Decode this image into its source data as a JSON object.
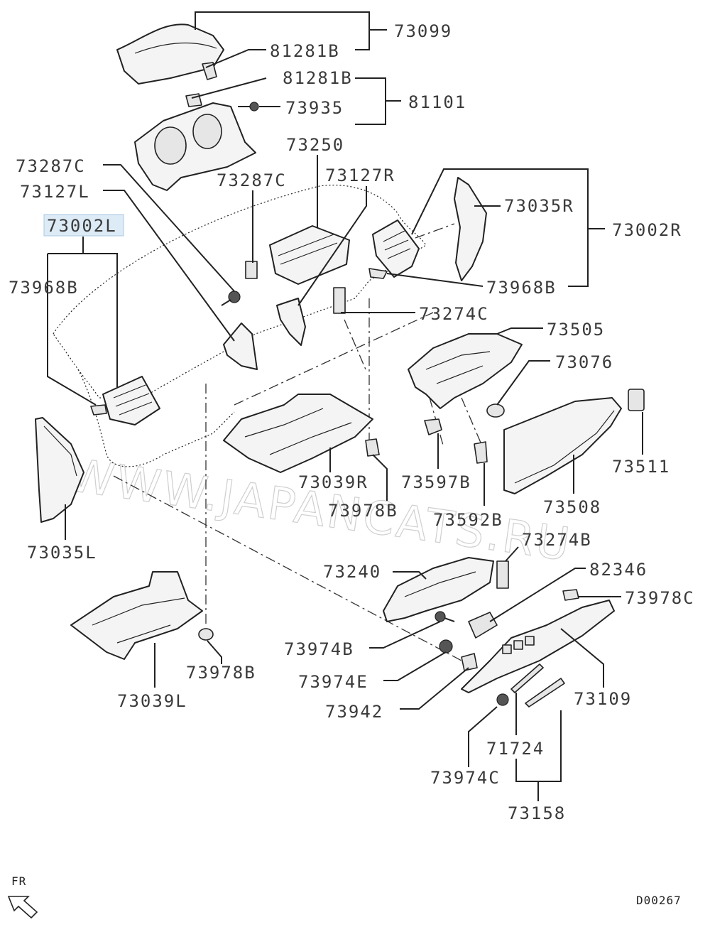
{
  "labels": {
    "p73099": "73099",
    "p81281b_top": "81281B",
    "p81281b_mid": "81281B",
    "p73935": "73935",
    "p81101": "81101",
    "p73250": "73250",
    "p73287c_left": "73287C",
    "p73287c_mid": "73287C",
    "p73127r": "73127R",
    "p73127l": "73127L",
    "p73035r": "73035R",
    "p73002l": "73002L",
    "p73002r": "73002R",
    "p73968b_left": "73968B",
    "p73968b_right": "73968B",
    "p73274c": "73274C",
    "p73505": "73505",
    "p73076": "73076",
    "p73511": "73511",
    "p73039r": "73039R",
    "p73597b": "73597B",
    "p73978b_mid": "73978B",
    "p73592b": "73592B",
    "p73508": "73508",
    "p73035l": "73035L",
    "p73274b": "73274B",
    "p73240": "73240",
    "p82346": "82346",
    "p73978c": "73978C",
    "p73974b": "73974B",
    "p73974e": "73974E",
    "p73942": "73942",
    "p73109": "73109",
    "p73978b_low": "73978B",
    "p73039l": "73039L",
    "p71724": "71724",
    "p73974c": "73974C",
    "p73158": "73158"
  },
  "orientation": {
    "label": "FR",
    "icon": "front-arrow-icon"
  },
  "diagram_code": "D00267",
  "watermark": "WWW.JAPANCATS.RU",
  "highlight_color": "#dcebf6"
}
